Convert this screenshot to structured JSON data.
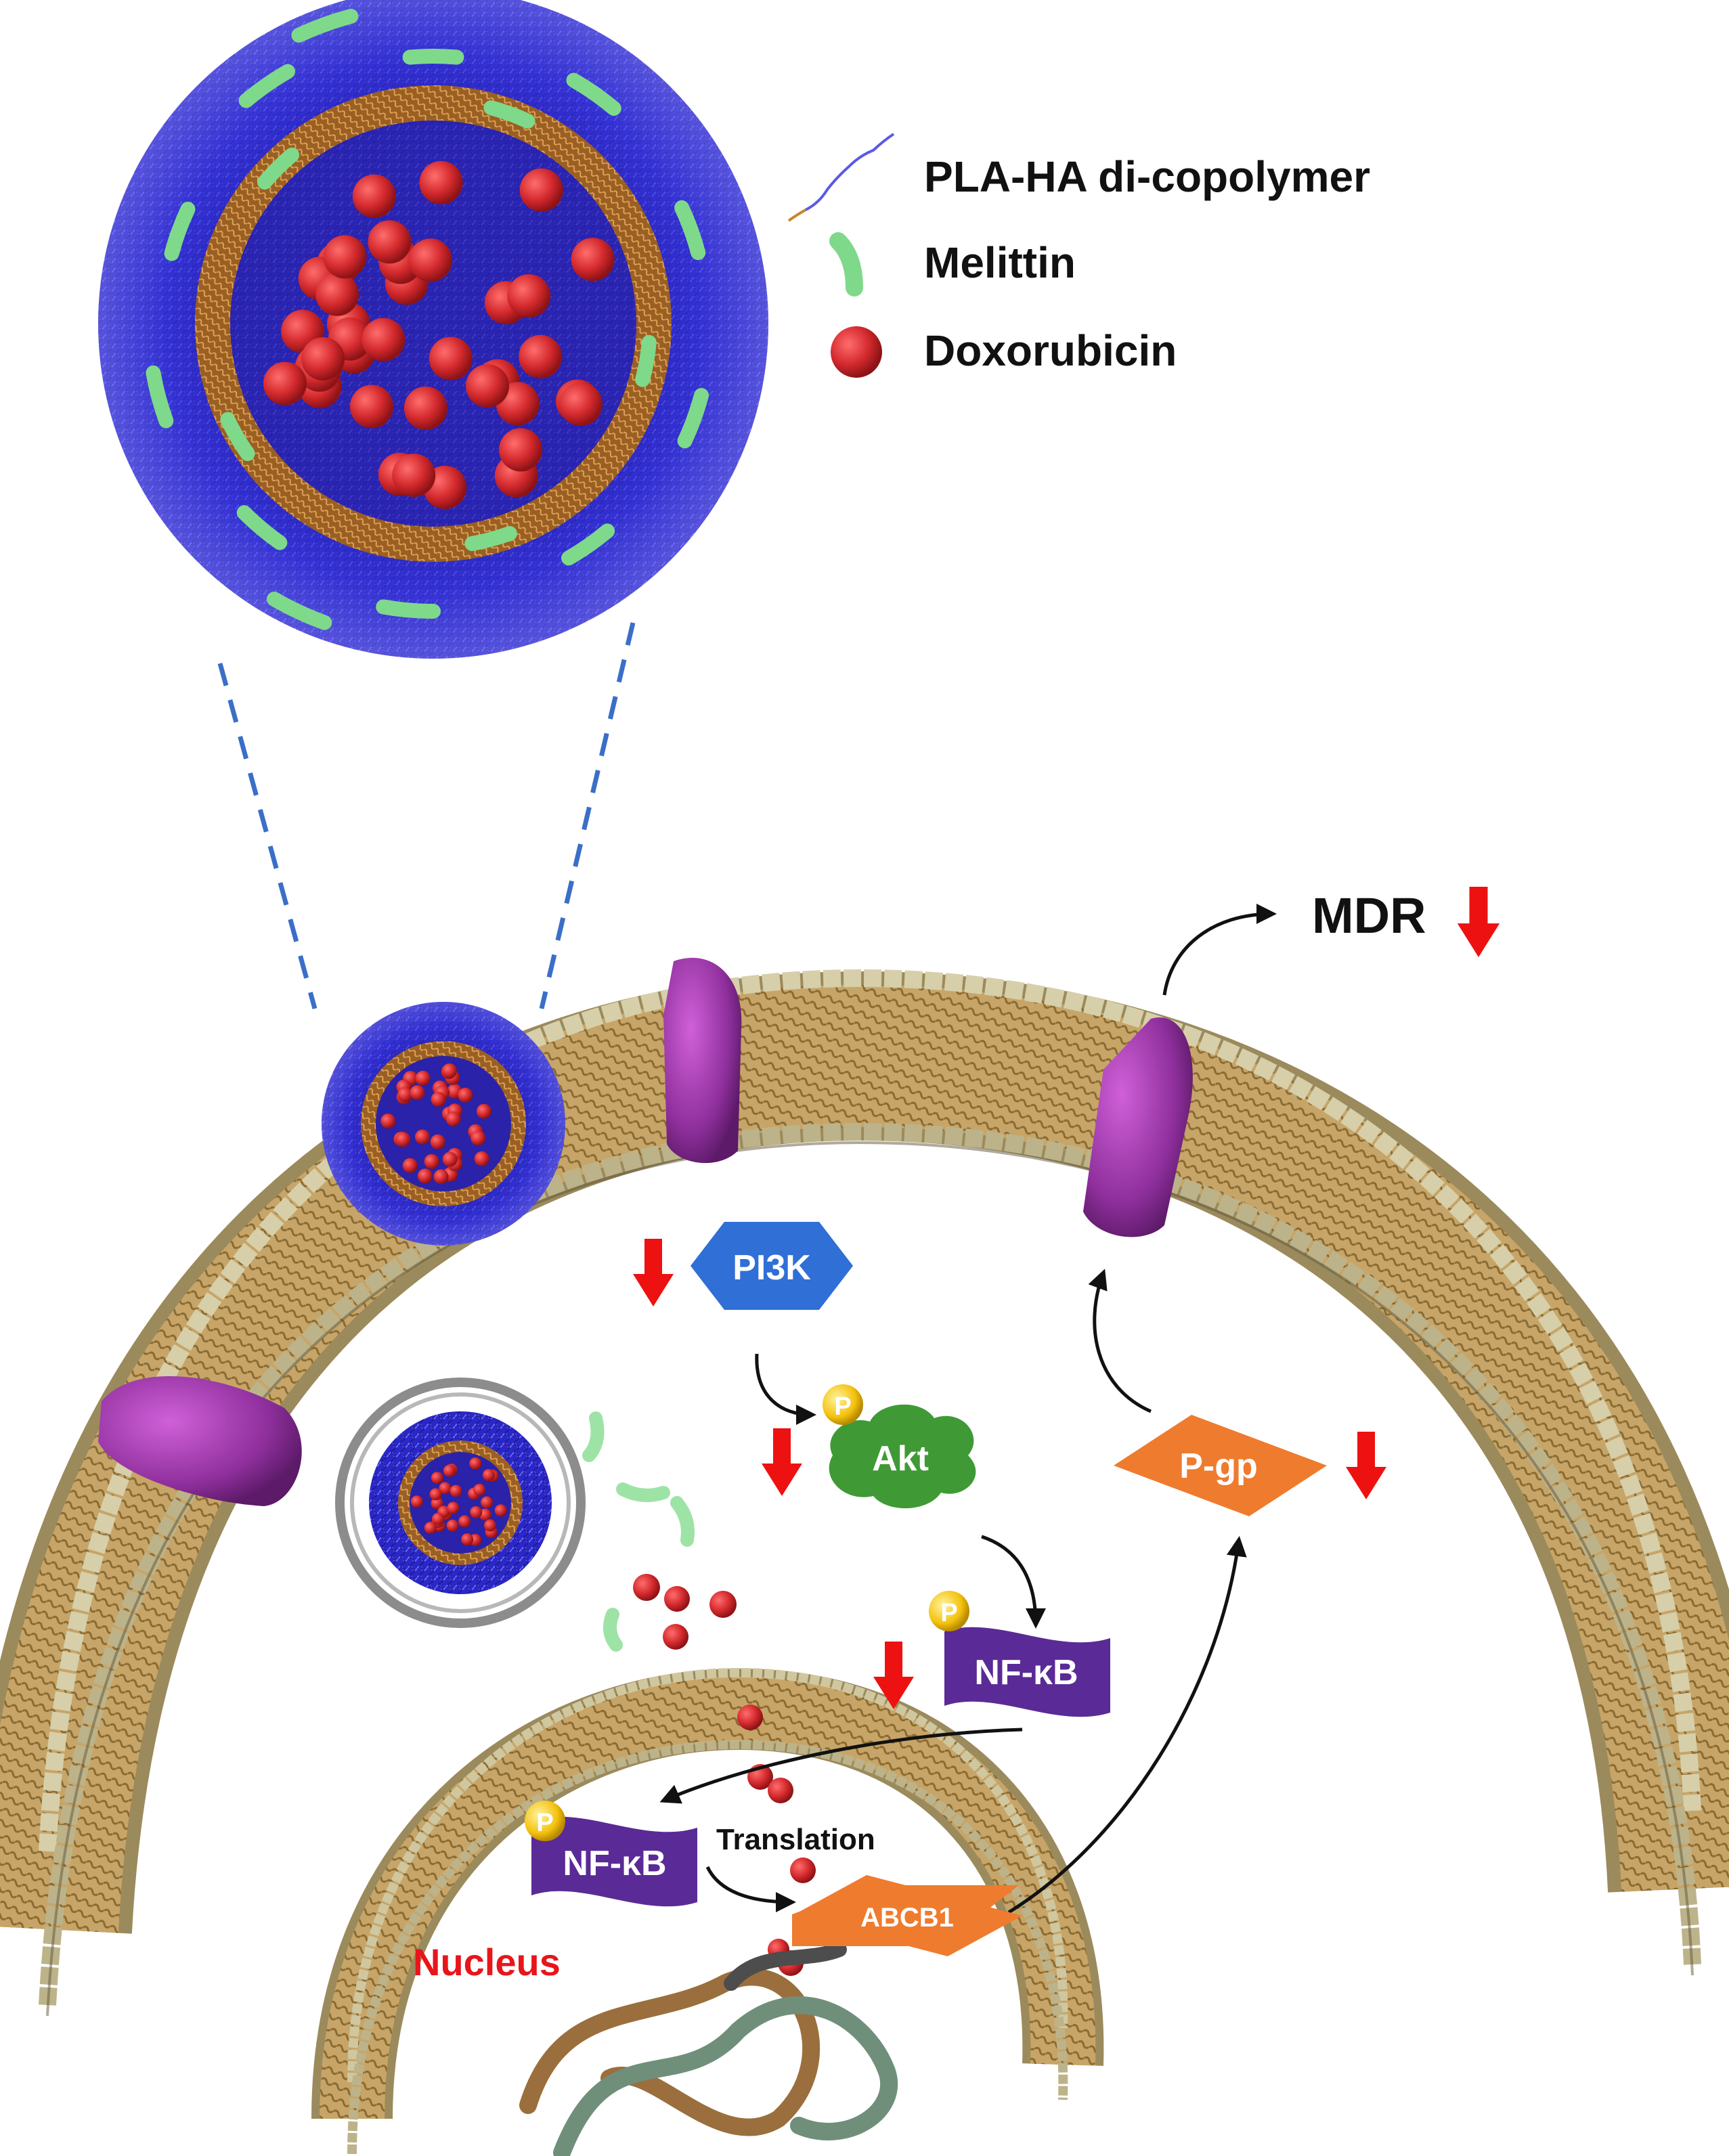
{
  "legend": {
    "copolymer": "PLA-HA di-copolymer",
    "melittin": "Melittin",
    "doxorubicin": "Doxorubicin"
  },
  "outcome": {
    "label": "MDR"
  },
  "proteins": {
    "pi3k": "PI3K",
    "akt": "Akt",
    "nfkb_cyto": "NF-κB",
    "nfkb_nuc": "NF-κB",
    "pgp": "P-gp",
    "abcb1": "ABCB1",
    "phospho": "P"
  },
  "process": {
    "translation": "Translation"
  },
  "compartments": {
    "nucleus": "Nucleus"
  },
  "colors": {
    "shell": "#2d2bd6",
    "core": "#2a22a8",
    "pla_layer": "#b8772e",
    "melittin": "#7fd98a",
    "dox": "#c8262a",
    "pi3k": "#2f6fd6",
    "akt": "#3f9a35",
    "nfkb": "#5a2a96",
    "pgp": "#ef7b2e",
    "phospho": "#f4c20d",
    "down_arrow": "#ee1111",
    "membrane_head": "#cbc39a",
    "membrane_tail": "#a88a4a",
    "transporter": "#8e2f9c",
    "nucleus_label": "#e8151b"
  },
  "icons": [
    "down-arrow-icon",
    "curved-arrow-icon",
    "phosphate-icon",
    "dna-icon"
  ]
}
